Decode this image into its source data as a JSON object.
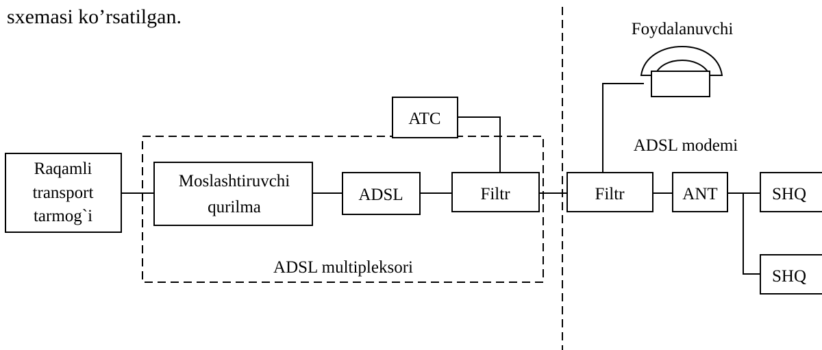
{
  "heading": "sxemasi ko’rsatilgan.",
  "blocks": {
    "network": [
      "Raqamli",
      "transport",
      "tarmog`i"
    ],
    "adapter": [
      "Moslashtiruvchi",
      "qurilma"
    ],
    "adsl": "ADSL",
    "filter_left": "Filtr",
    "atc": "ATC",
    "filter_right": "Filtr",
    "ant": "ANT",
    "shq_top": "SHQ",
    "shq_bottom": "SHQ"
  },
  "labels": {
    "multiplexer": "ADSL multipleksori",
    "modem": "ADSL modemi",
    "user": "Foydalanuvchi"
  },
  "icons": {
    "telephone": "telephone-icon"
  }
}
